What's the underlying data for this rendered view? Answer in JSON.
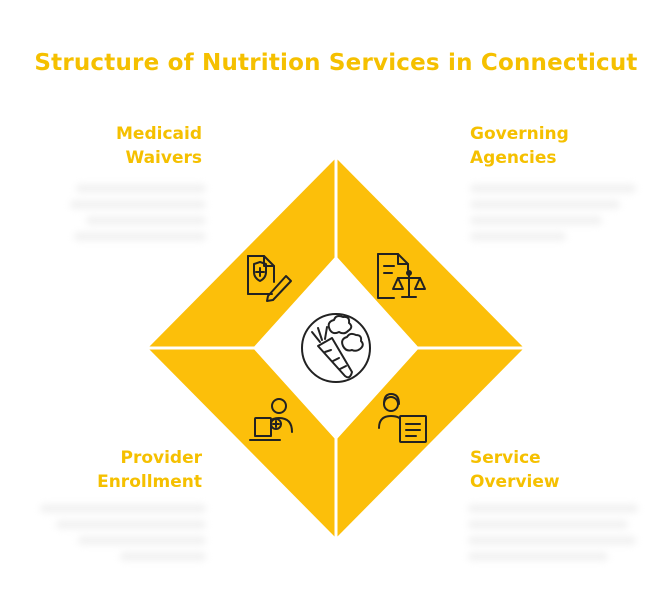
{
  "title": "Structure of Nutrition Services in Connecticut",
  "quadrants": {
    "top_left": {
      "line1": "Medicaid",
      "line2": "Waivers",
      "icon": "medical-document-edit-icon"
    },
    "top_right": {
      "line1": "Governing",
      "line2": "Agencies",
      "icon": "legal-document-scales-icon"
    },
    "bottom_left": {
      "line1": "Provider",
      "line2": "Enrollment",
      "icon": "add-user-laptop-icon"
    },
    "bottom_right": {
      "line1": "Service",
      "line2": "Overview",
      "icon": "person-document-icon"
    }
  },
  "center_icon": "carrot-vegetables-icon",
  "colors": {
    "accent": "#f5c000",
    "fill": "#fcbf0a",
    "divider": "#ffffff",
    "icon_stroke": "#222222"
  }
}
